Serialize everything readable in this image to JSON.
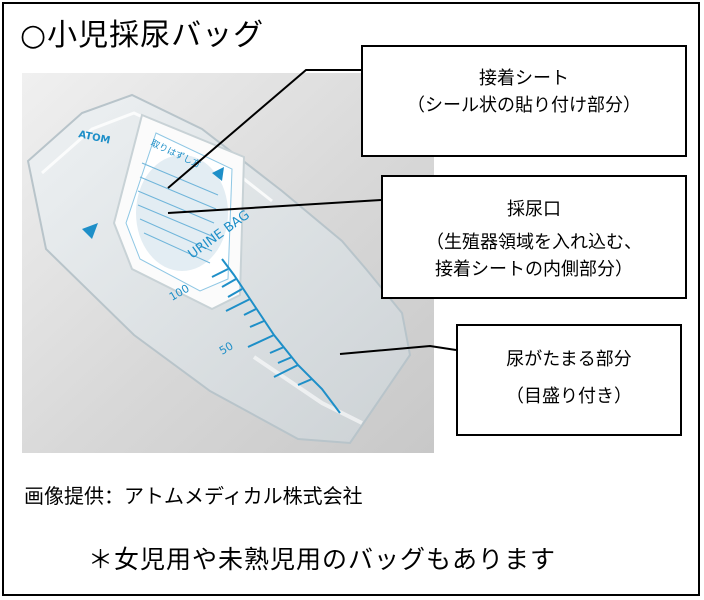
{
  "title": "○小児採尿バッグ",
  "callouts": {
    "adhesive_sheet": {
      "title": "接着シート",
      "desc": "（シール状の貼り付け部分）"
    },
    "collection_port": {
      "title": "採尿口",
      "desc_line1": "（生殖器領域を入れ込む、",
      "desc_line2": "接着シートの内側部分）"
    },
    "urine_pool": {
      "title": "尿がたまる部分",
      "desc": "（目盛り付き）"
    }
  },
  "bag_print": {
    "brand": "ATOM",
    "label": "URINE BAG",
    "scale_100": "100",
    "scale_50": "50",
    "instructions_header": "取りはずし方"
  },
  "credit": "画像提供：アトムメディカル株式会社",
  "note": "＊女児用や未熟児用のバッグもあります",
  "colors": {
    "ink": "#000000",
    "bag_print_blue": "#1e8fc8",
    "photo_background": "#d9d9d9"
  }
}
